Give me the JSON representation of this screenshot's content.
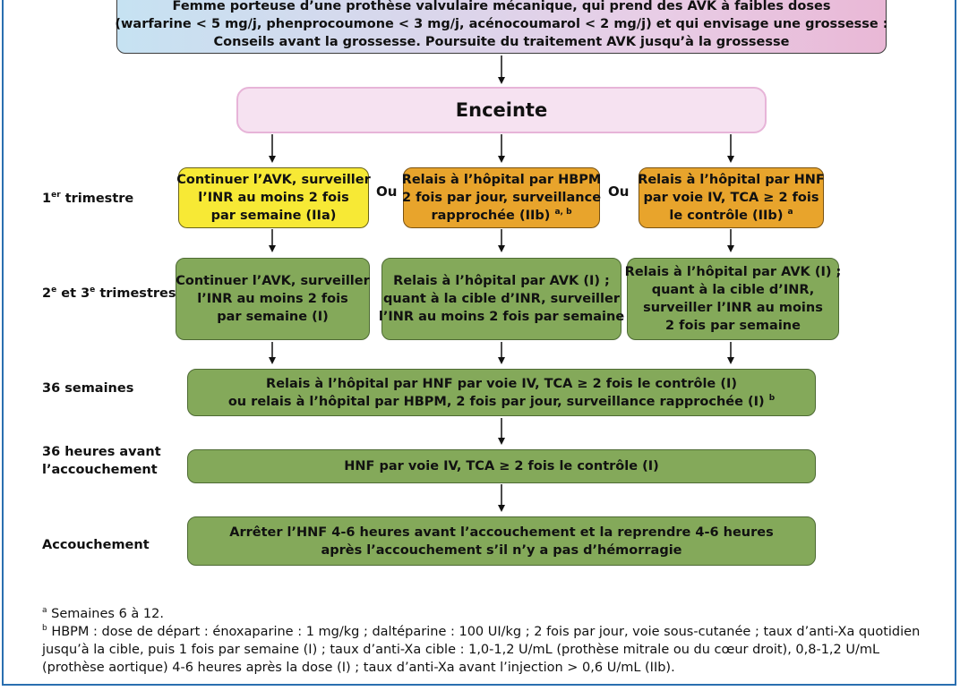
{
  "top_box": {
    "line1": "Femme porteuse d’une prothèse valvulaire mécanique, qui prend des AVK à faibles doses",
    "line2": "(warfarine < 5 mg/j, phenprocoumone < 3 mg/j, acénocoumarol < 2 mg/j) et qui envisage une grossesse :",
    "line3": "Conseils avant la grossesse. Poursuite du traitement AVK jusqu’à la grossesse"
  },
  "enceinte": "Enceinte",
  "stages": {
    "t1_main": "1",
    "t1_sup": "er",
    "t1_rest": " trimestre",
    "t23_a": "2",
    "t23_sup1": "e",
    "t23_b": " et 3",
    "t23_sup2": "e",
    "t23_c": " trimestres",
    "w36": "36 semaines",
    "h36_l1": "36 heures avant",
    "h36_l2": "l’accouchement",
    "delivery": "Accouchement"
  },
  "ou": "Ou",
  "t1": {
    "left": [
      "Continuer l’AVK, surveiller",
      "l’INR au moins 2 fois",
      "par semaine (IIa)"
    ],
    "middle": [
      "Relais à l’hôpital par HBPM",
      "2 fois par jour, surveillance",
      "rapprochée (IIb)"
    ],
    "middle_sup": "a, b",
    "right": [
      "Relais à l’hôpital par HNF",
      "par voie IV, TCA ≥ 2 fois",
      "le contrôle (IIb)"
    ],
    "right_sup": "a"
  },
  "t23": {
    "left": [
      "Continuer l’AVK, surveiller",
      "l’INR au moins 2 fois",
      "par semaine (I)"
    ],
    "middle": [
      "Relais à l’hôpital par AVK (I) ;",
      "quant à la cible d’INR, surveiller",
      "l’INR au moins 2 fois par semaine"
    ],
    "right": [
      "Relais à l’hôpital par AVK (I) ;",
      "quant à la cible d’INR,",
      "surveiller l’INR au moins",
      "2 fois par semaine"
    ]
  },
  "w36_box": {
    "line1": "Relais à l’hôpital par HNF par voie IV, TCA ≥ 2 fois le contrôle (I)",
    "line2": "ou relais à l’hôpital par HBPM, 2 fois par jour, surveillance rapprochée (I)",
    "sup": "b"
  },
  "h36_box": "HNF par voie IV, TCA ≥ 2 fois le contrôle (I)",
  "delivery_box": {
    "line1": "Arrêter l’HNF 4-6 heures avant l’accouchement et la reprendre 4-6 heures",
    "line2": "après l’accouchement s’il n’y a pas d’hémorragie"
  },
  "footnotes": {
    "a_mark": "a",
    "a_text": " Semaines 6 à 12.",
    "b_mark": "b",
    "b_line1": " HBPM : dose de départ : énoxaparine : 1 mg/kg ; daltéparine : 100 UI/kg ; 2 fois par jour, voie sous-cutanée ; taux d’anti-Xa quotidien",
    "b_line2": "jusqu’à la cible, puis 1 fois par semaine (I) ; taux d’anti-Xa cible : 1,0-1,2 U/mL (prothèse mitrale ou du cœur droit), 0,8-1,2 U/mL",
    "b_line3": "(prothèse aortique) 4-6 heures après la dose (I) ; taux d’anti-Xa avant l’injection > 0,6 U/mL (IIb)."
  },
  "colors": {
    "green": "#84a95a",
    "yellow": "#f7e935",
    "orange": "#e8a42c",
    "frame": "#2a6fb0"
  }
}
